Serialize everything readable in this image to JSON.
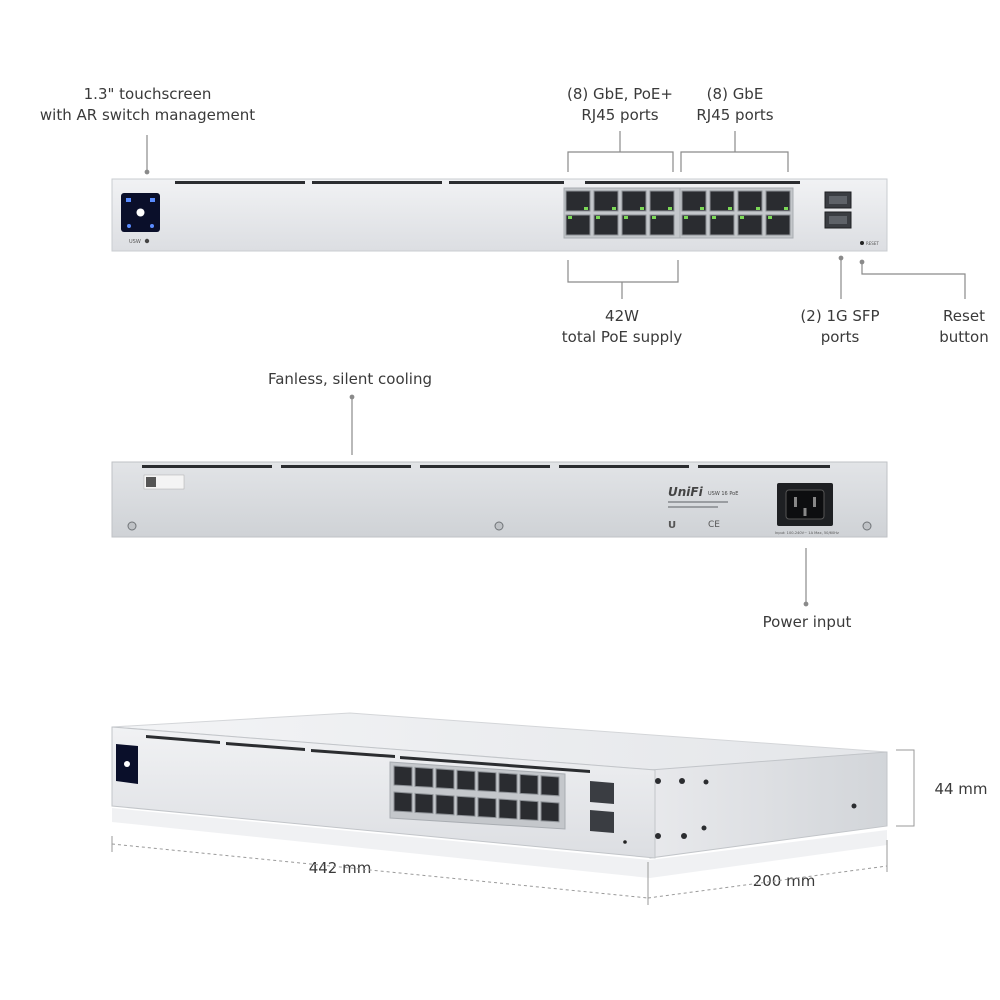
{
  "callouts": {
    "touchscreen": {
      "line1": "1.3\" touchscreen",
      "line2": "with AR switch management"
    },
    "poe_ports": {
      "line1": "(8) GbE, PoE+",
      "line2": "RJ45 ports"
    },
    "gbe_ports": {
      "line1": "(8) GbE",
      "line2": "RJ45 ports"
    },
    "poe_supply": {
      "line1": "42W",
      "line2": "total PoE supply"
    },
    "sfp_ports": {
      "line1": "(2) 1G SFP",
      "line2": "ports"
    },
    "reset": {
      "line1": "Reset",
      "line2": "button"
    },
    "cooling": {
      "text": "Fanless, silent cooling"
    },
    "power": {
      "text": "Power input"
    }
  },
  "dimensions": {
    "width": "442 mm",
    "depth": "200 mm",
    "height": "44 mm"
  },
  "device": {
    "model_badge": "USW",
    "rear_brand": "UniFi",
    "rear_model": "USW 16 PoE",
    "reset_text": "RESET",
    "power_spec": "Input: 100-240V~ 1A Max, 50/60Hz"
  }
}
